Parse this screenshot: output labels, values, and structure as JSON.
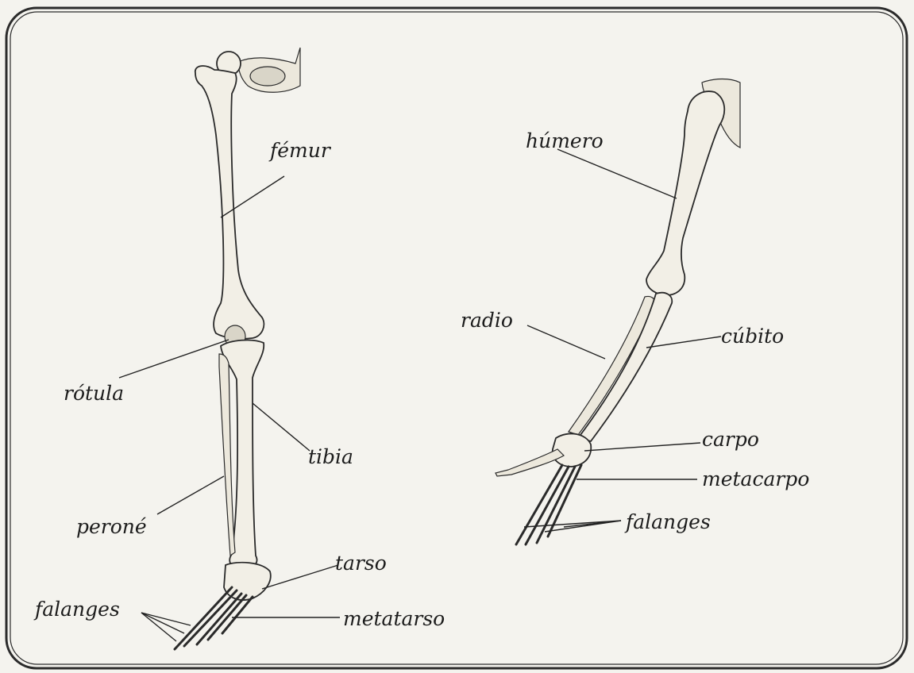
{
  "leg": {
    "labels": {
      "femur": "fémur",
      "rotula": "rótula",
      "tibia": "tibia",
      "perone": "peroné",
      "tarso": "tarso",
      "metatarso": "metatarso",
      "falanges": "falanges"
    }
  },
  "arm": {
    "labels": {
      "humero": "húmero",
      "radio": "radio",
      "cubito": "cúbito",
      "carpo": "carpo",
      "metacarpo": "metacarpo",
      "falanges": "falanges"
    }
  },
  "colors": {
    "background": "#f4f3ee",
    "border": "#2b2b2b",
    "bone": "#f2efe6",
    "ink": "#1c1c1c"
  }
}
